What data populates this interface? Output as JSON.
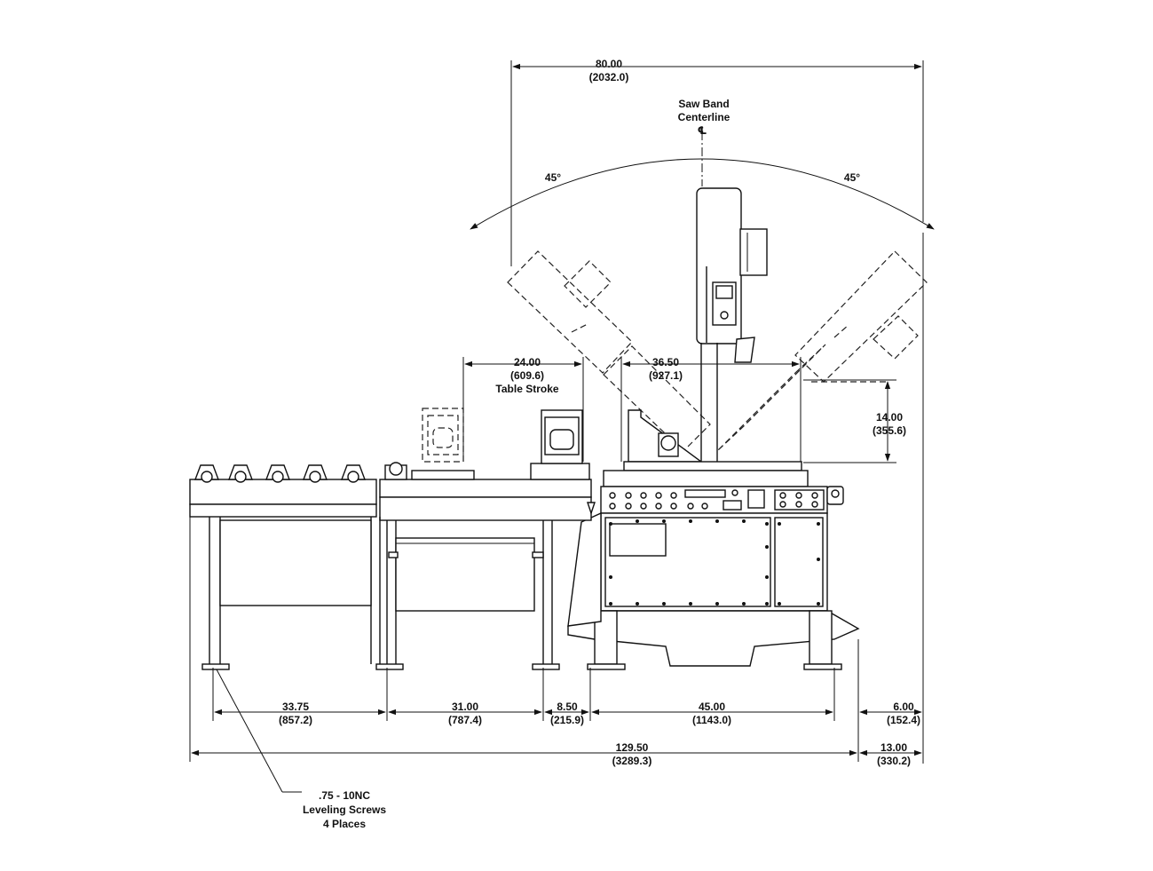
{
  "dimensions": {
    "overall_width": {
      "value": "80.00",
      "metric": "(2032.0)"
    },
    "table_stroke": {
      "value": "24.00",
      "metric": "(609.6)",
      "caption": "Table Stroke"
    },
    "pivot_width": {
      "value": "36.50",
      "metric": "(927.1)"
    },
    "height_14": {
      "value": "14.00",
      "metric": "(355.6)"
    },
    "dim_33_75": {
      "value": "33.75",
      "metric": "(857.2)"
    },
    "dim_31_00": {
      "value": "31.00",
      "metric": "(787.4)"
    },
    "dim_8_50": {
      "value": "8.50",
      "metric": "(215.9)"
    },
    "dim_45_00": {
      "value": "45.00",
      "metric": "(1143.0)"
    },
    "dim_6_00": {
      "value": "6.00",
      "metric": "(152.4)"
    },
    "overall_length": {
      "value": "129.50",
      "metric": "(3289.3)"
    },
    "dim_13_00": {
      "value": "13.00",
      "metric": "(330.2)"
    }
  },
  "labels": {
    "centerline_line1": "Saw Band",
    "centerline_line2": "Centerline",
    "centerline_symbol": "℄",
    "angle_left": "45°",
    "angle_right": "45°",
    "leveling_line1": ".75 - 10NC",
    "leveling_line2": "Leveling Screws",
    "leveling_line3": "4 Places"
  }
}
